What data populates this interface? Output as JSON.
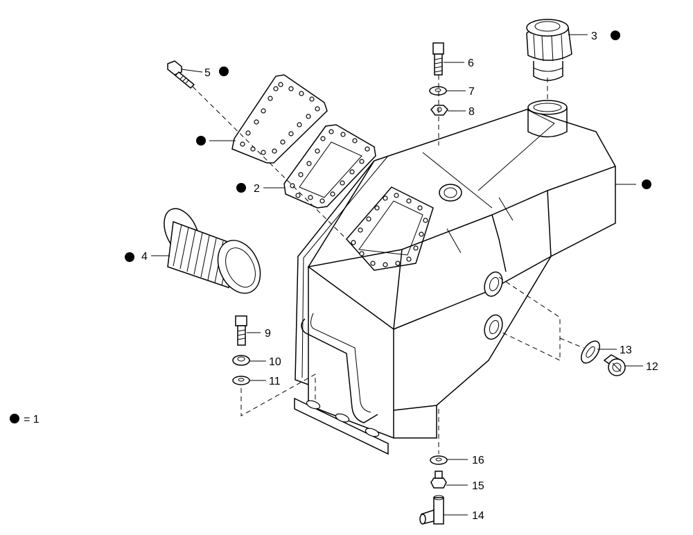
{
  "callouts": [
    {
      "id": "callout-1",
      "label": "1",
      "marked": true
    },
    {
      "id": "callout-2",
      "label": "2",
      "marked": true
    },
    {
      "id": "callout-3",
      "label": "3",
      "marked": true
    },
    {
      "id": "callout-4",
      "label": "4",
      "marked": true
    },
    {
      "id": "callout-5",
      "label": "5",
      "marked": true
    },
    {
      "id": "callout-6",
      "label": "6",
      "marked": false
    },
    {
      "id": "callout-7",
      "label": "7",
      "marked": false
    },
    {
      "id": "callout-8",
      "label": "8",
      "marked": false
    },
    {
      "id": "callout-9",
      "label": "9",
      "marked": false
    },
    {
      "id": "callout-10",
      "label": "10",
      "marked": false
    },
    {
      "id": "callout-11",
      "label": "11",
      "marked": false
    },
    {
      "id": "callout-12",
      "label": "12",
      "marked": false
    },
    {
      "id": "callout-13",
      "label": "13",
      "marked": false
    },
    {
      "id": "callout-14",
      "label": "14",
      "marked": false
    },
    {
      "id": "callout-15",
      "label": "15",
      "marked": false
    },
    {
      "id": "callout-16",
      "label": "16",
      "marked": false
    }
  ],
  "legend": {
    "marker": "●",
    "text": "= 1"
  },
  "colors": {
    "ink": "#000000",
    "paper": "#ffffff"
  }
}
